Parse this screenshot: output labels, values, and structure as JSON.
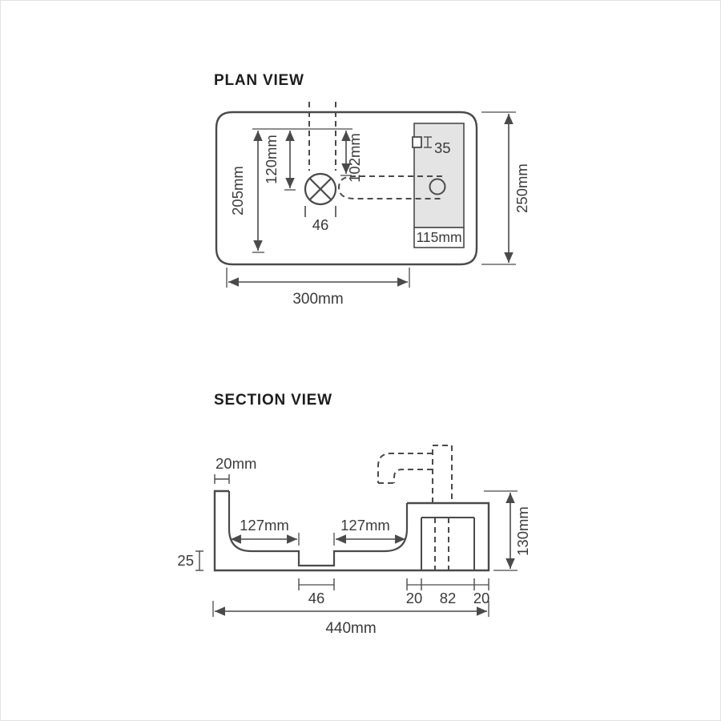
{
  "colors": {
    "line": "#4a4a4a",
    "dim_text": "#3a3a3a",
    "shade": "#e4e4e4",
    "background": "#ffffff"
  },
  "plan_view": {
    "title": "PLAN VIEW",
    "dim_205": "205mm",
    "dim_120": "120mm",
    "dim_102": "102mm",
    "dim_46": "46",
    "dim_35": "35",
    "dim_115": "115mm",
    "dim_250": "250mm",
    "dim_300": "300mm"
  },
  "section_view": {
    "title": "SECTION VIEW",
    "dim_20mm": "20mm",
    "dim_127_left": "127mm",
    "dim_127_right": "127mm",
    "dim_25": "25",
    "dim_46": "46",
    "dim_20_left": "20",
    "dim_82": "82",
    "dim_20_right": "20",
    "dim_130": "130mm",
    "dim_440": "440mm"
  }
}
